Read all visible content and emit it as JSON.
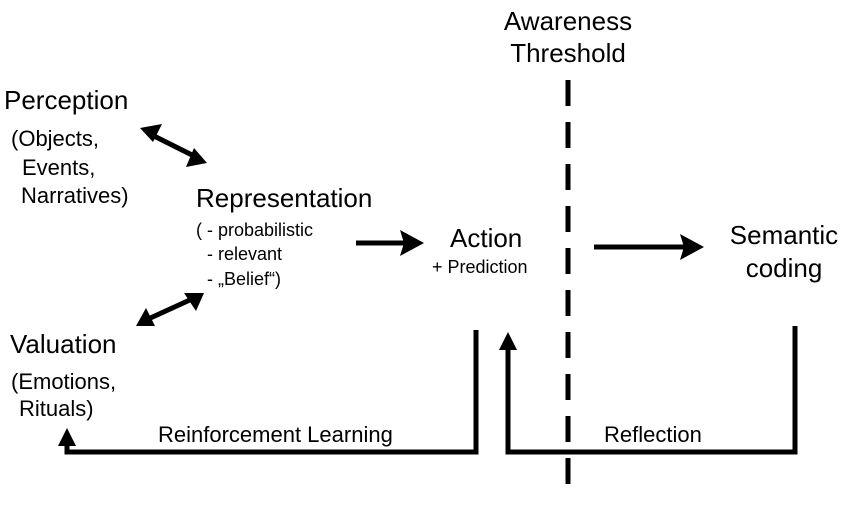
{
  "threshold": {
    "line1": "Awareness",
    "line2": "Threshold"
  },
  "perception": {
    "title": "Perception",
    "detail": [
      "(Objects,",
      "Events,",
      "Narratives)"
    ]
  },
  "representation": {
    "title": "Representation",
    "detail": [
      "( - probabilistic",
      "- relevant",
      "- „Belief“)"
    ]
  },
  "valuation": {
    "title": "Valuation",
    "detail": [
      "(Emotions,",
      "Rituals)"
    ]
  },
  "action": {
    "title": "Action",
    "subtitle": "+ Prediction"
  },
  "semantic": {
    "line1": "Semantic",
    "line2": "coding"
  },
  "loops": {
    "reinforcement": "Reinforcement Learning",
    "reflection": "Reflection"
  },
  "colors": {
    "ink": "#000000",
    "background": "#ffffff"
  }
}
